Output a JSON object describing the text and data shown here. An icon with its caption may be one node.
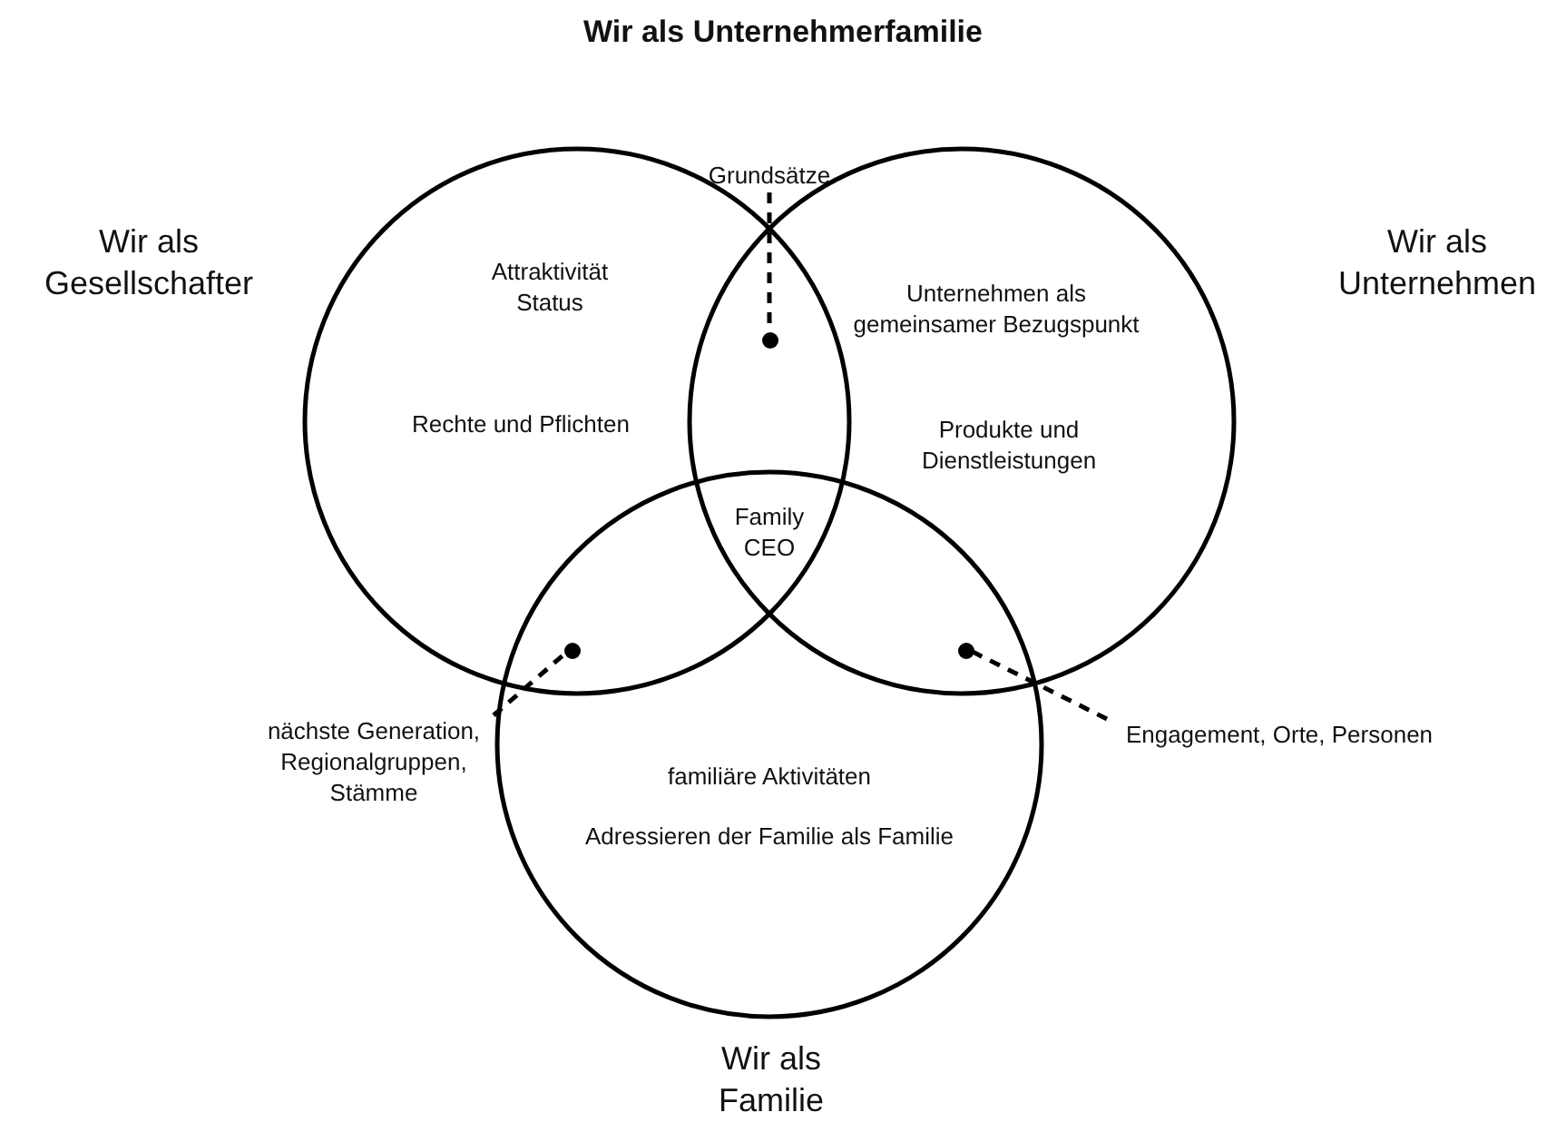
{
  "diagram": {
    "title": "Wir als Unternehmerfamilie",
    "nodes": [
      {
        "text": [
          "Wir als Gesellschafter",
          "Attraktivität Status",
          "Rechte und Pflichten"
        ]
      },
      {
        "text": [
          "Wir als Unternehmen",
          "Unternehmen als gemeinsamer Bezugspunkt",
          "Produkte und Dienstleistungen"
        ]
      },
      {
        "text": [
          "familiäre Aktivitäten",
          "Adressieren der Familie als Familie",
          "Wir als Familie"
        ]
      },
      {
        "text": [
          "Grundsätze"
        ]
      },
      {
        "text": [
          "nächste Generation, Regionalgruppen, Stämme"
        ]
      },
      {
        "text": [
          "Engagement, Orte, Personen"
        ]
      },
      {
        "text": [],
        "shape": "circle"
      },
      {
        "text": [],
        "shape": "circle"
      },
      {
        "text": [],
        "shape": "circle"
      }
    ],
    "edges": [
      {
        "from": 3,
        "to": 6,
        "arrow": "none",
        "style": "dashed"
      },
      {
        "from": 4,
        "to": 7,
        "arrow": "none",
        "style": "dashed"
      },
      {
        "from": 5,
        "to": 8,
        "arrow": "none",
        "style": "dashed"
      }
    ],
    "labels": [
      "Family CEO"
    ]
  }
}
